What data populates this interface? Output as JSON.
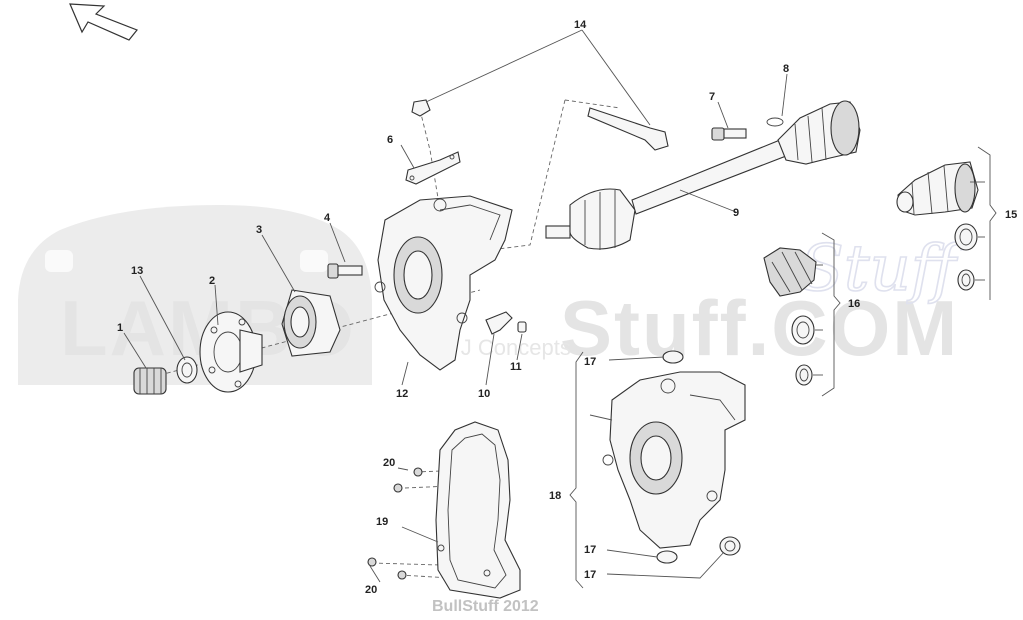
{
  "watermark": {
    "brand_left": "LAMBO",
    "brand_right": "Stuff.COM",
    "subline": "& J Concepts",
    "script": "Stuff"
  },
  "footer_text": "BullStuff 2012",
  "callouts": {
    "c1": "1",
    "c2": "2",
    "c3": "3",
    "c4": "4",
    "c6": "6",
    "c7": "7",
    "c8": "8",
    "c9": "9",
    "c10": "10",
    "c11": "11",
    "c12": "12",
    "c13": "13",
    "c14": "14",
    "c15": "15",
    "c16": "16",
    "c17a": "17",
    "c17b": "17",
    "c17c": "17",
    "c18": "18",
    "c19": "19",
    "c20a": "20",
    "c20b": "20"
  }
}
